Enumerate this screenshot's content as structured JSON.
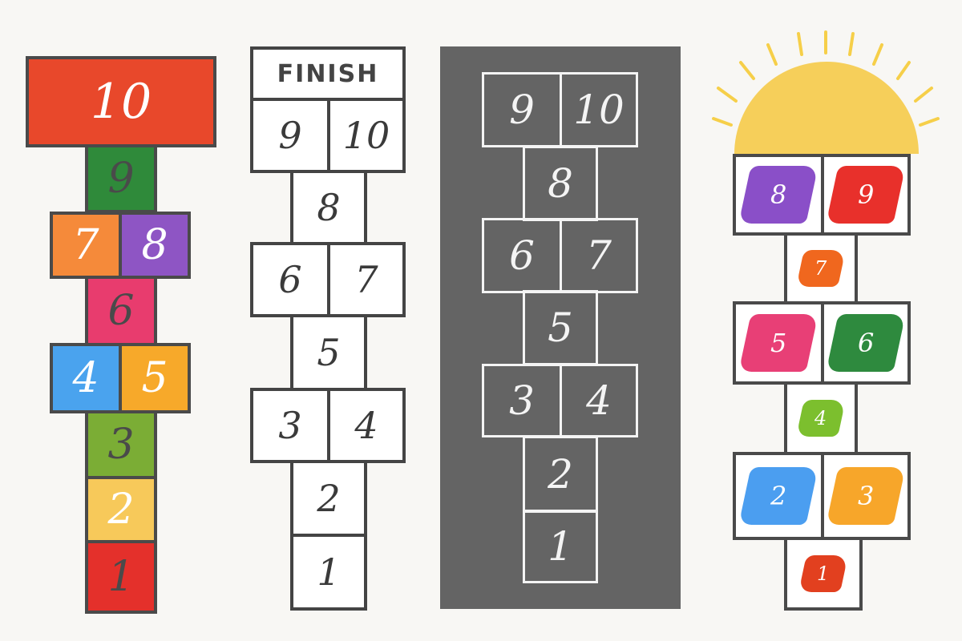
{
  "colors": {
    "background": "#f8f7f4",
    "outline": "#4a4a4a",
    "chalk_bg": "#646464",
    "sun": "#f6cf5a"
  },
  "board_colored": {
    "cells": [
      {
        "label": "10",
        "color": "#e8482b"
      },
      {
        "label": "9",
        "color": "#2f8a3a"
      },
      {
        "label": "7",
        "color": "#f58a3a"
      },
      {
        "label": "8",
        "color": "#8e55c4"
      },
      {
        "label": "6",
        "color": "#e83c6e"
      },
      {
        "label": "4",
        "color": "#4aa3ee"
      },
      {
        "label": "5",
        "color": "#f7a92a"
      },
      {
        "label": "3",
        "color": "#7bad35"
      },
      {
        "label": "2",
        "color": "#f7c95a"
      },
      {
        "label": "1",
        "color": "#e4302b"
      }
    ]
  },
  "board_outline": {
    "finish": "FINISH",
    "cells": [
      "9",
      "10",
      "8",
      "6",
      "7",
      "5",
      "3",
      "4",
      "2",
      "1"
    ]
  },
  "board_chalk": {
    "cells": [
      "9",
      "10",
      "8",
      "6",
      "7",
      "5",
      "3",
      "4",
      "2",
      "1"
    ]
  },
  "board_sun": {
    "cells": [
      {
        "label": "8",
        "color": "#8a4fc8"
      },
      {
        "label": "9",
        "color": "#e8302b"
      },
      {
        "label": "7",
        "color": "#f0671e"
      },
      {
        "label": "5",
        "color": "#e83f76"
      },
      {
        "label": "6",
        "color": "#2e8a3e"
      },
      {
        "label": "4",
        "color": "#7cbf2e"
      },
      {
        "label": "2",
        "color": "#4b9ef0"
      },
      {
        "label": "3",
        "color": "#f7a62a"
      },
      {
        "label": "1",
        "color": "#e2401f"
      }
    ]
  }
}
